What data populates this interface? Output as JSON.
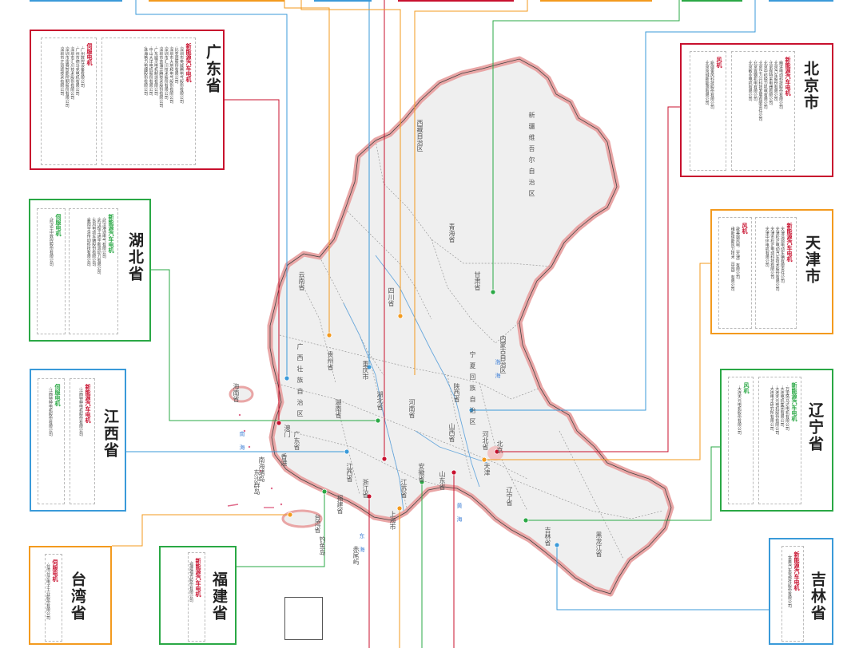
{
  "provinces": [
    {
      "id": "guangdong",
      "title": "广东省",
      "color": "#c8102e",
      "categories": [
        {
          "head": "新能源汽车电机",
          "tone": "red",
          "items": [
            "深圳市英威腾电气股份有限公司",
            "比亚迪股份有限公司",
            "深圳市大地和电气股份有限公司",
            "深圳市汇川技术股份有限公司",
            "深圳市蓝海华腾技术股份有限公司",
            "广东威灵电机制造有限公司",
            "中山大洋电机股份有限公司",
            "珠海格力电器股份有限公司"
          ]
        },
        {
          "head": "伺服电机",
          "tone": "red",
          "items": [
            "广州数控设备有限公司",
            "广州市德马克电机有限公司",
            "深圳市汇川技术股份有限公司",
            "深圳市雷赛智能控制股份有限公司",
            "深圳市正运动技术有限公司"
          ]
        }
      ]
    },
    {
      "id": "hubei",
      "title": "湖北省",
      "color": "#2aa845",
      "categories": [
        {
          "head": "新能源汽车电机",
          "tone": "green",
          "items": [
            "武汉港迪电气有限公司",
            "武汉理工通宇新源动力有限公司",
            "东风电动车辆股份有限公司",
            "襄阳宇清传动科技有限公司"
          ]
        },
        {
          "head": "伺服电机",
          "tone": "green",
          "items": [
            "武汉华中数控股份有限公司"
          ]
        }
      ]
    },
    {
      "id": "jiangxi",
      "title": "江西省",
      "color": "#3a9ad9",
      "categories": [
        {
          "head": "新能源汽车电机",
          "tone": "red",
          "items": [
            "江西特种电机股份有限公司"
          ]
        },
        {
          "head": "伺服电机",
          "tone": "green",
          "items": [
            "江西特种电机股份有限公司"
          ]
        }
      ]
    },
    {
      "id": "taiwan",
      "title": "台湾省",
      "color": "#f39a1e",
      "categories": [
        {
          "head": "伺服电机",
          "tone": "red",
          "items": [
            "台湾台达电子工业股份有限公司"
          ]
        }
      ]
    },
    {
      "id": "fujian",
      "title": "福建省",
      "color": "#2aa845",
      "categories": [
        {
          "head": "新能源汽车电机",
          "tone": "red",
          "items": [
            "福建福光股份有限公司",
            "福建万润新能源科技有限公司",
            "厦门市福工动力技术有限公司"
          ]
        }
      ]
    },
    {
      "id": "beijing",
      "title": "北京市",
      "color": "#c8102e",
      "categories": [
        {
          "head": "新能源汽车电机",
          "tone": "red",
          "items": [
            "精进电动科技股份有限公司",
            "北京汽车股份有限公司",
            "北京佩特来电器有限公司",
            "北京中纺锐力机电有限公司",
            "北京华力兴科技发展有限责任公司",
            "北京首钢机电有限公司",
            "北京敏业电机有限公司"
          ]
        },
        {
          "head": "风机",
          "tone": "red",
          "items": [
            "新疆金风科技股份有限公司",
            "北京京城新能源有限公司"
          ]
        }
      ]
    },
    {
      "id": "tianjin",
      "title": "天津市",
      "color": "#f39a1e",
      "categories": [
        {
          "head": "新能源汽车电机",
          "tone": "red",
          "items": [
            "天津清源电动车辆有限责任公司",
            "天津松正电动汽车技术股份有限公司",
            "天津市松正电动科技有限公司",
            "天津中环电机有限公司"
          ]
        },
        {
          "head": "风机",
          "tone": "red",
          "items": [
            "歌美飒风电（天津）有限公司",
            "维斯塔斯风力技术（中国）有限公司"
          ]
        }
      ]
    },
    {
      "id": "liaoning",
      "title": "辽宁省",
      "color": "#2aa845",
      "categories": [
        {
          "head": "新能源汽车电机",
          "tone": "green",
          "items": [
            "万里扬马达电机有限公司",
            "大连电机集团有限公司",
            "大连天元电机股份有限公司",
            "大连电子研究所有限公司"
          ]
        },
        {
          "head": "风机",
          "tone": "green",
          "items": [
            "大连天元电机股份有限公司"
          ]
        }
      ]
    },
    {
      "id": "jilin",
      "title": "吉林省",
      "color": "#3a9ad9",
      "categories": [
        {
          "head": "新能源汽车电机",
          "tone": "red",
          "items": [
            "富奥汽车零部件股份有限公司"
          ]
        }
      ]
    }
  ],
  "map_labels": [
    "新疆维吾尔自治区",
    "西藏自治区",
    "青海省",
    "甘肃省",
    "四川省",
    "云南省",
    "贵州省",
    "广西壮族自治区",
    "广东省",
    "湖南省",
    "湖北省",
    "河南省",
    "陕西省",
    "宁夏回族自治区",
    "内蒙古自治区",
    "山西省",
    "河北省",
    "山东省",
    "江苏省",
    "安徽省",
    "浙江省",
    "江西省",
    "福建省",
    "台湾省",
    "海南省",
    "辽宁省",
    "吉林省",
    "黑龙江省",
    "北京",
    "天津",
    "上海市",
    "重庆市",
    "澳门",
    "香港",
    "南海诸岛",
    "东沙群岛",
    "钓鱼岛",
    "赤尾屿"
  ],
  "sea_labels": [
    "渤海",
    "黄海",
    "东海",
    "南海"
  ]
}
